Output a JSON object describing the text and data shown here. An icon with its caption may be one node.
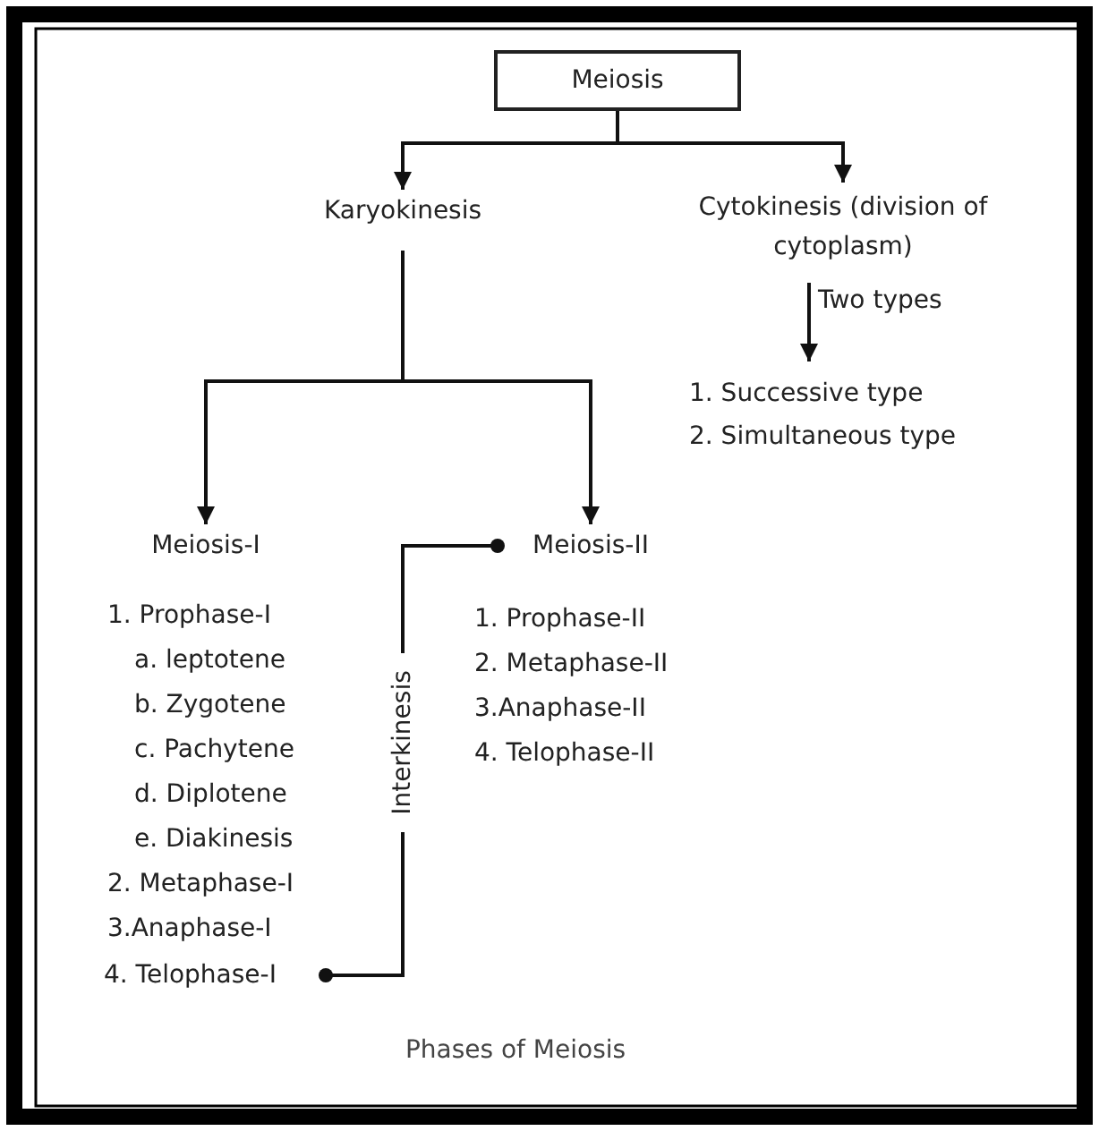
{
  "diagram": {
    "caption": "Phases of Meiosis",
    "nodes": [
      {
        "text": [
          "Meiosis"
        ]
      },
      {
        "text": [
          "Karyokinesis"
        ]
      },
      {
        "text": [
          "Cytokinesis (division of cytoplasm)"
        ]
      },
      {
        "text": [
          "1. Successive type",
          "2. Simultaneous type"
        ]
      },
      {
        "text": [
          "Meiosis-I"
        ]
      },
      {
        "text": [
          "Meiosis-II"
        ]
      },
      {
        "text": [
          "4. Telophase-I"
        ]
      }
    ],
    "edges": [
      {
        "from": 0,
        "to": 1,
        "arrow": "to"
      },
      {
        "from": 0,
        "to": 2,
        "arrow": "to"
      },
      {
        "from": 1,
        "to": 4,
        "arrow": "to"
      },
      {
        "from": 1,
        "to": 5,
        "arrow": "to"
      },
      {
        "from": 2,
        "to": 3,
        "arrow": "to",
        "label": "Two types"
      },
      {
        "from": 6,
        "to": 5,
        "arrow": "other",
        "label": "Interkinesis"
      }
    ],
    "labels": [
      "1. Prophase-I",
      "a. leptotene",
      "b. Zygotene",
      "c. Pachytene",
      "d. Diplotene",
      "e. Diakinesis",
      "2. Metaphase-I",
      "3.Anaphase-I",
      "1. Prophase-II",
      "2. Metaphase-II",
      "3.Anaphase-II",
      "4. Telophase-II"
    ]
  }
}
